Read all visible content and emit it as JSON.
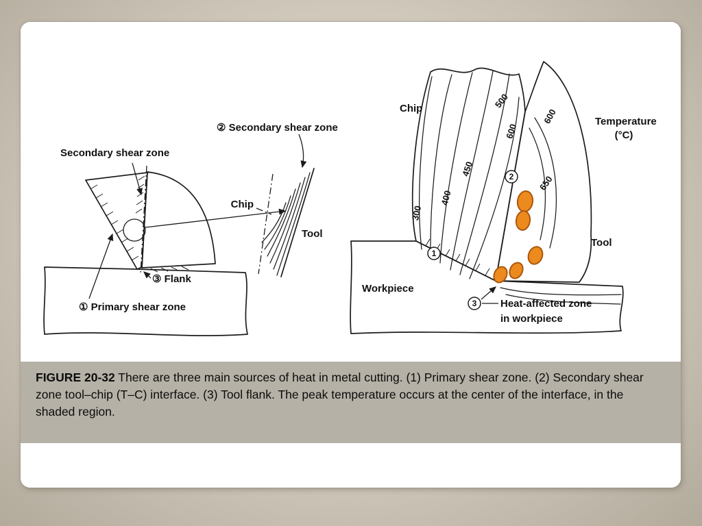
{
  "slide": {
    "colors": {
      "background": "#cfc8bb",
      "card": "#ffffff",
      "caption_band": "#b5b1a6",
      "hot_spot": "#ed8a1e",
      "line": "#1c1c1c"
    }
  },
  "left_diagram": {
    "labels": {
      "secondary_shear_zone": "Secondary shear zone",
      "detail_title": "② Secondary shear zone",
      "chip": "Chip",
      "tool": "Tool",
      "flank": "③ Flank",
      "primary_shear_zone": "① Primary shear zone"
    }
  },
  "right_diagram": {
    "labels": {
      "chip": "Chip",
      "temperature_line1": "Temperature",
      "temperature_line2": "(°C)",
      "tool": "Tool",
      "workpiece": "Workpiece",
      "heat_line1": "Heat-affected zone",
      "heat_line2": "in workpiece",
      "marker1": "1",
      "marker2": "2",
      "marker3": "3"
    },
    "isotherms": [
      "300",
      "400",
      "450",
      "500",
      "600",
      "600",
      "650"
    ]
  },
  "caption": {
    "label": "FIGURE 20-32",
    "text": "There are three main sources of heat in metal cutting. (1) Primary shear zone. (2) Secondary shear zone tool–chip (T–C) interface. (3) Tool flank. The peak temperature occurs at the center of the interface, in the shaded region."
  }
}
